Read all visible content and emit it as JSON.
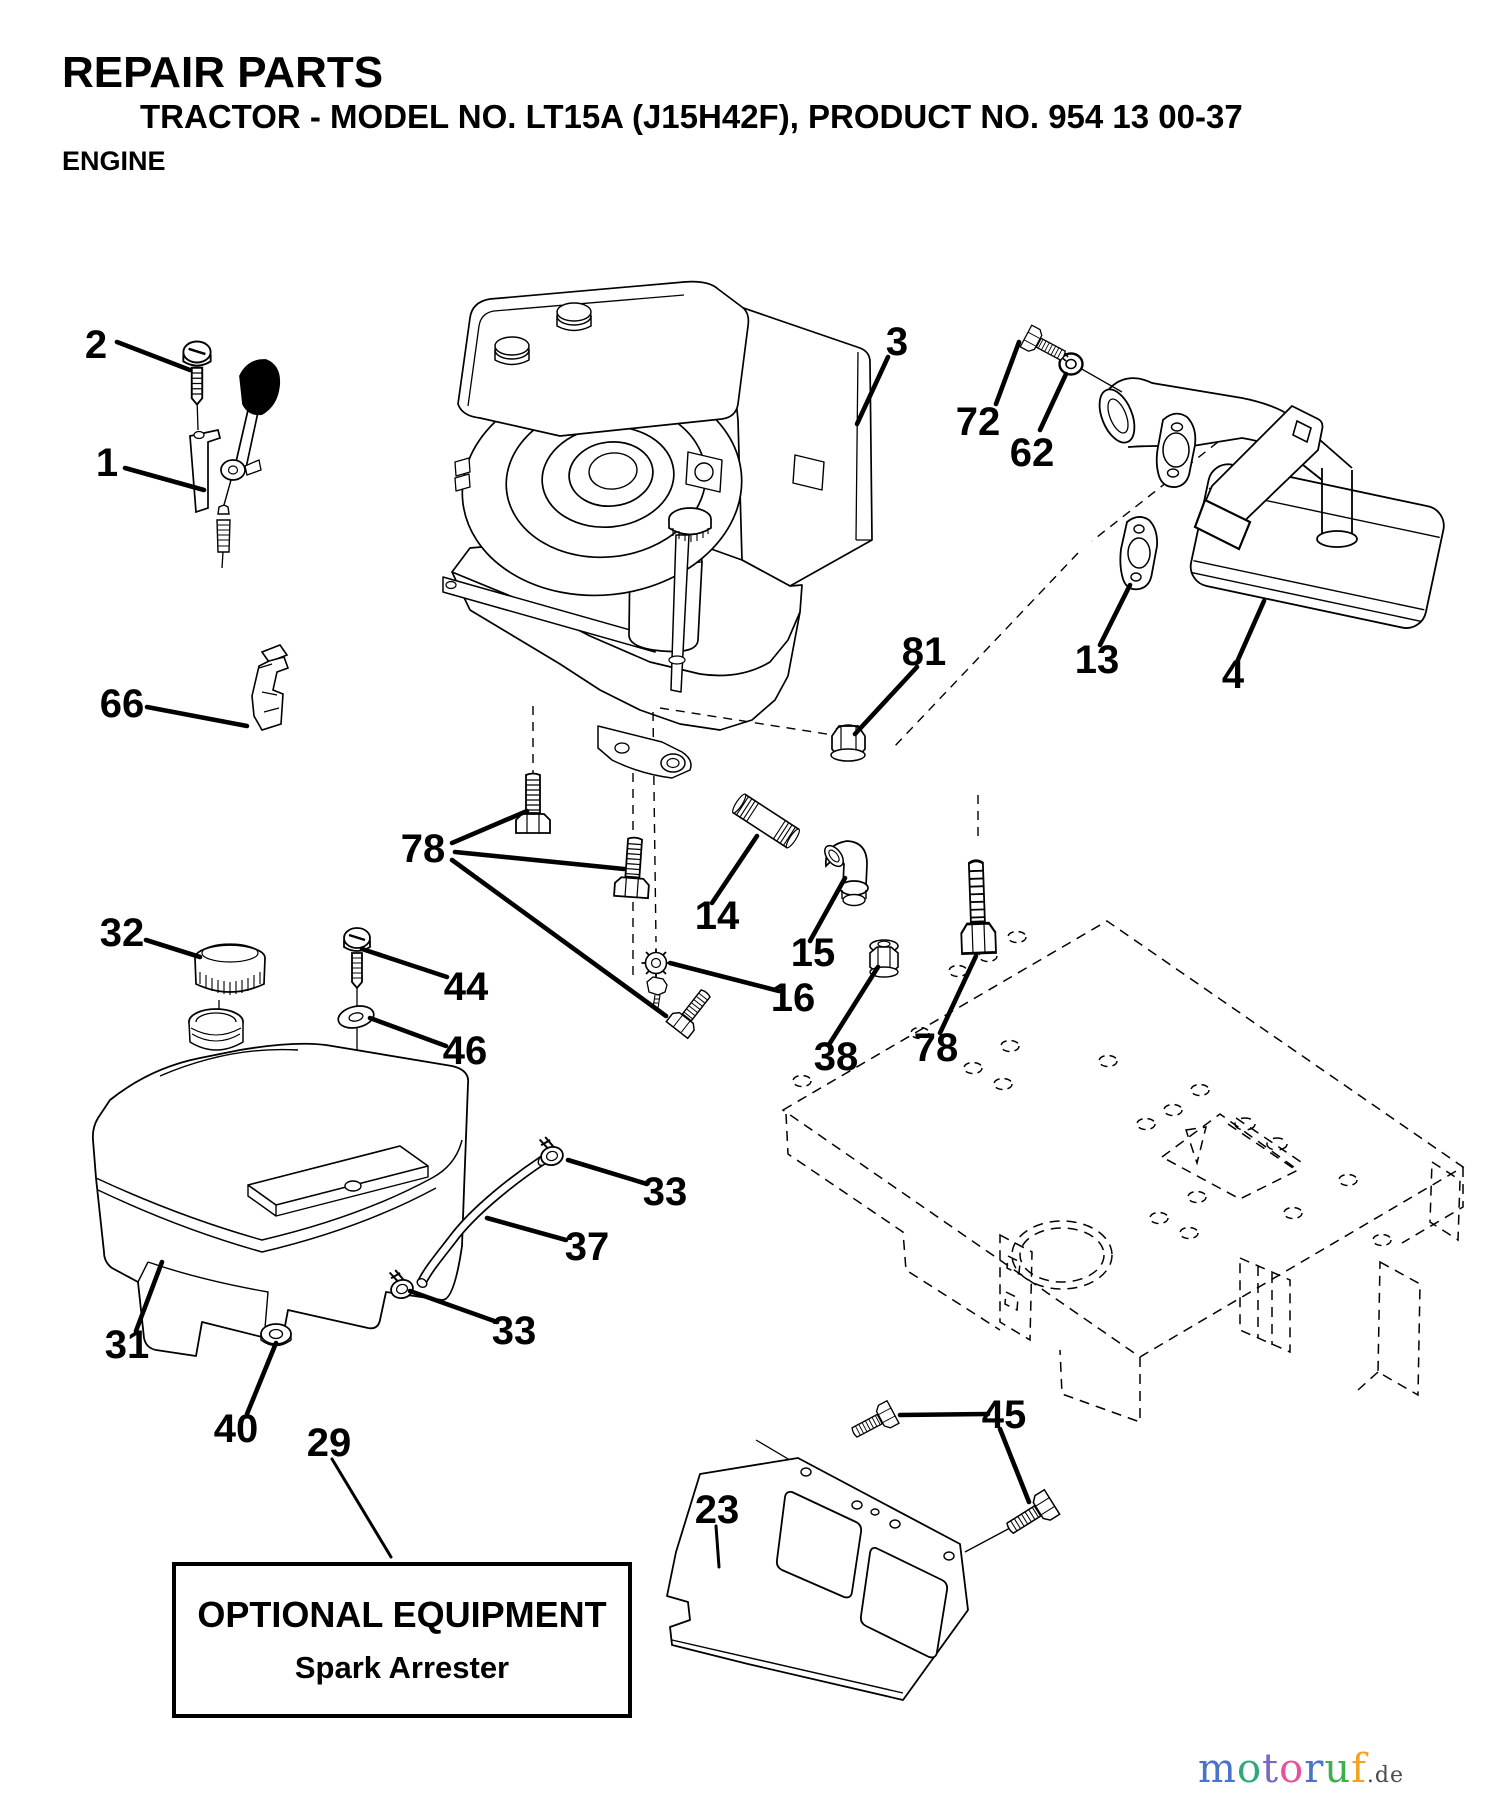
{
  "header": {
    "title": "REPAIR PARTS",
    "subtitle": "TRACTOR - MODEL NO. LT15A (J15H42F), PRODUCT NO. 954 13 00-37",
    "section": "ENGINE"
  },
  "callouts": {
    "c1": "1",
    "c2": "2",
    "c3": "3",
    "c4": "4",
    "c13": "13",
    "c14": "14",
    "c15": "15",
    "c16": "16",
    "c23": "23",
    "c29": "29",
    "c31": "31",
    "c32": "32",
    "c33a": "33",
    "c33b": "33",
    "c37": "37",
    "c38": "38",
    "c40": "40",
    "c44": "44",
    "c45": "45",
    "c46": "46",
    "c62": "62",
    "c66": "66",
    "c72": "72",
    "c78a": "78",
    "c78b": "78",
    "c81": "81"
  },
  "optional_equipment_box": {
    "line1": "OPTIONAL EQUIPMENT",
    "line2": "Spark Arrester"
  },
  "watermark": {
    "letters": [
      {
        "ch": "m",
        "style": "color:#4a74c9"
      },
      {
        "ch": "o",
        "style": "color:#2fa87c"
      },
      {
        "ch": "t",
        "style": "color:#7a68c8"
      },
      {
        "ch": "o",
        "style": "color:#e7539b"
      },
      {
        "ch": "r",
        "style": "color:#4a74c9"
      },
      {
        "ch": "u",
        "style": "color:#3fae4c"
      },
      {
        "ch": "f",
        "style": "color:#f2a21d"
      }
    ],
    "suffix": ".de",
    "suffix_style": "color:#4b4b4b"
  }
}
